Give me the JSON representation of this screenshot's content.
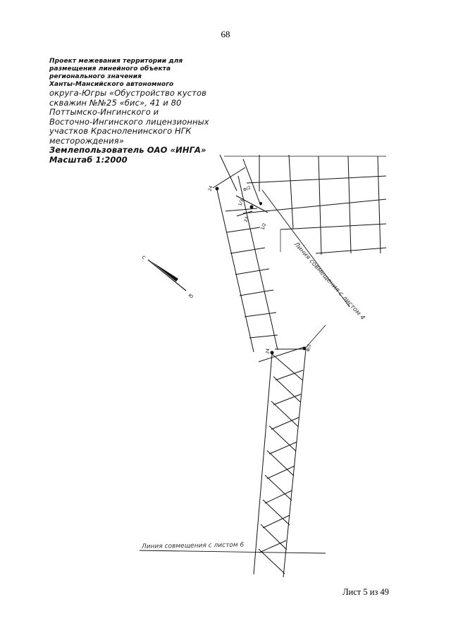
{
  "page_number": "68",
  "title": {
    "lines": [
      {
        "text": "Проект межевания территории для",
        "style": "t-small"
      },
      {
        "text": "размещения линейного объекта",
        "style": "t-small"
      },
      {
        "text": "регионального значения",
        "style": "t-small"
      },
      {
        "text": "Ханты-Мансийского автономного",
        "style": "t-small"
      },
      {
        "text": "округа-Югры «Обустройство кустов",
        "style": "t-big"
      },
      {
        "text": "скважин №№25 «бис», 41 и 80",
        "style": "t-big"
      },
      {
        "text": "Поттымско-Ингинского и",
        "style": "t-big"
      },
      {
        "text": "Восточно-Ингинского лицензионных",
        "style": "t-big"
      },
      {
        "text": "участков Красноленинского НГК",
        "style": "t-big"
      },
      {
        "text": "месторождения»",
        "style": "t-big"
      },
      {
        "text": "Землепользователь ОАО «ИНГА»",
        "style": "t-big-b"
      },
      {
        "text": "Масштаб 1:2000",
        "style": "t-big-b"
      }
    ]
  },
  "map": {
    "junction_label_sheet4": "Линия совмещения с листом 4",
    "junction_label_sheet6": "Линия совмещения с листом 6",
    "north_arrow_letters": {
      "north": "С",
      "south": "Ю"
    },
    "point_labels": [
      "24",
      "23",
      "1/2",
      "1/3",
      "Ф/2",
      "24",
      "Ф/2"
    ]
  },
  "footer": {
    "sheet_label": "Лист 5 из 49"
  }
}
